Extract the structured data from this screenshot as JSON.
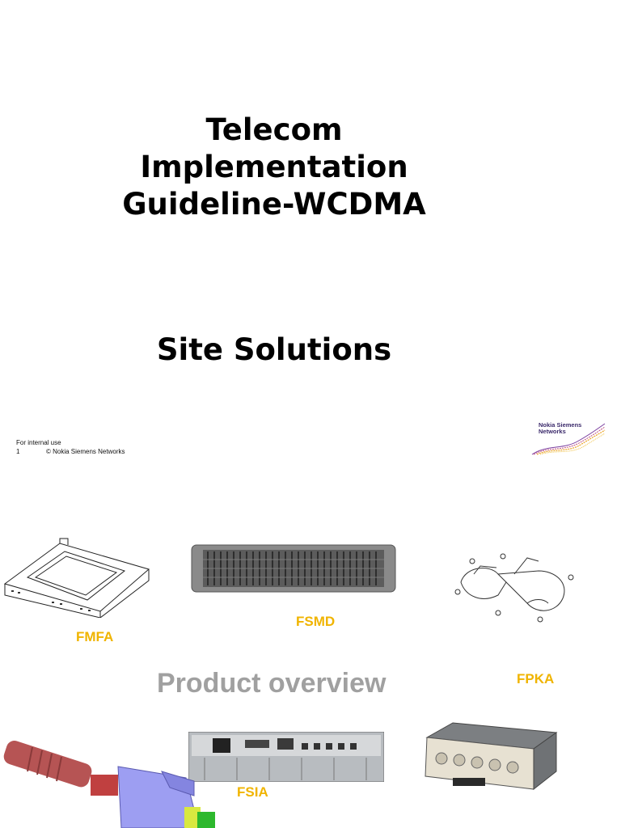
{
  "slide1": {
    "title_lines": [
      "Telecom",
      "Implementation",
      "Guideline-WCDMA"
    ],
    "subtitle": "Site Solutions",
    "footer": {
      "line1": "For internal use",
      "page_number": "1",
      "copyright": "© Nokia Siemens Networks"
    },
    "logo_text": [
      "Nokia Siemens",
      "Networks"
    ]
  },
  "slide2": {
    "heading": "Product overview",
    "products": {
      "fmfa": "FMFA",
      "fsmd": "FSMD",
      "fpka": "FPKA",
      "fsia": "FSIA"
    }
  },
  "colors": {
    "label": "#f0b400",
    "heading": "#a0a0a0",
    "logo_wave": "#e8a020"
  }
}
